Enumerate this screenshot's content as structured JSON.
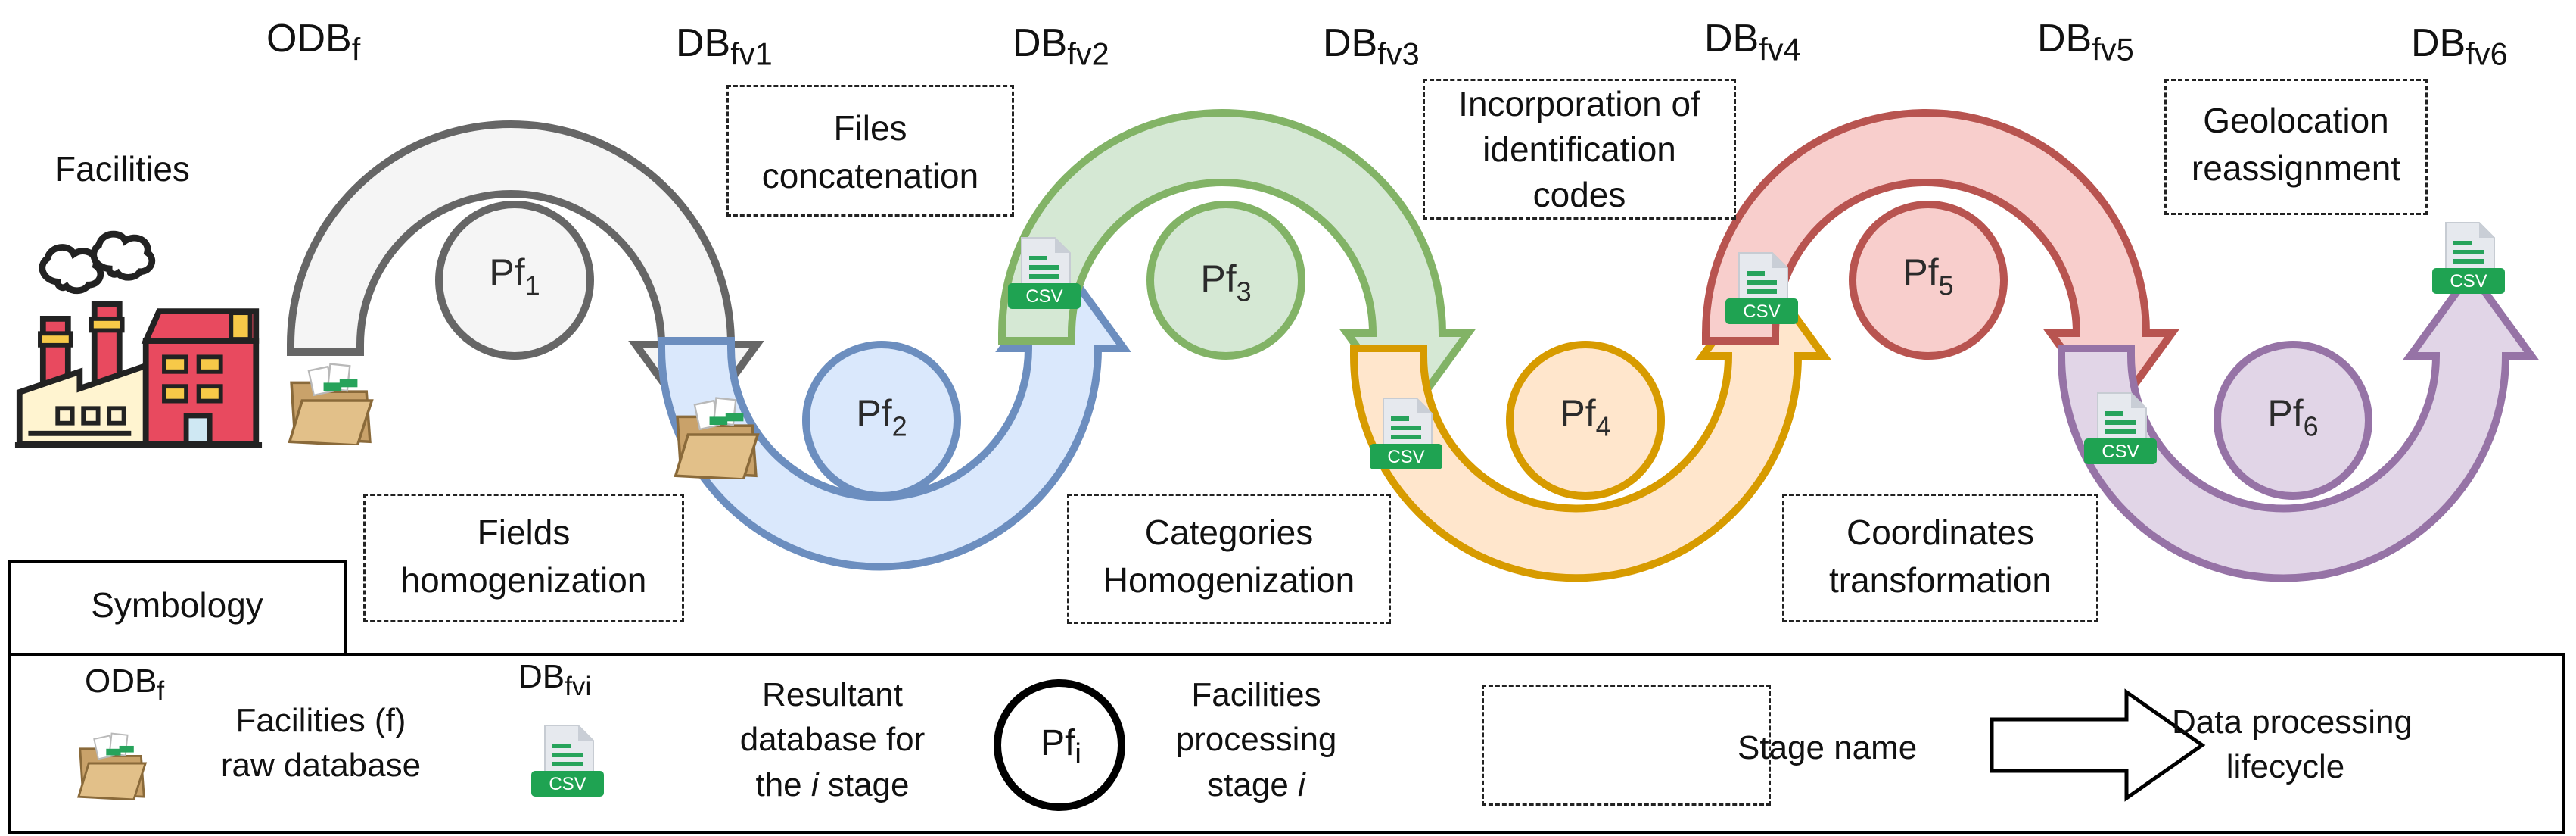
{
  "source_label": {
    "main": "ODB",
    "sub": "f"
  },
  "facilities_label": "Facilities",
  "db_labels": [
    {
      "main": "DB",
      "sub": "fv1"
    },
    {
      "main": "DB",
      "sub": "fv2"
    },
    {
      "main": "DB",
      "sub": "fv3"
    },
    {
      "main": "DB",
      "sub": "fv4"
    },
    {
      "main": "DB",
      "sub": "fv5"
    },
    {
      "main": "DB",
      "sub": "fv6"
    }
  ],
  "stages": [
    {
      "line1": "Fields",
      "line2": "homogenization",
      "color": "#8a8a8a"
    },
    {
      "line1": "Files",
      "line2": "concatenation",
      "color": "#6c8ebf"
    },
    {
      "line1": "Categories",
      "line2": "Homogenization",
      "color": "#82b366"
    },
    {
      "line1": "Incorporation of",
      "line2": "identification",
      "line3": "codes",
      "color": "#d79b00"
    },
    {
      "line1": "Coordinates",
      "line2": "transformation",
      "color": "#b85450"
    },
    {
      "line1": "Geolocation",
      "line2": "reassignment",
      "color": "#9673a6"
    }
  ],
  "processes": [
    {
      "main": "Pf",
      "sub": "1"
    },
    {
      "main": "Pf",
      "sub": "2"
    },
    {
      "main": "Pf",
      "sub": "3"
    },
    {
      "main": "Pf",
      "sub": "4"
    },
    {
      "main": "Pf",
      "sub": "5"
    },
    {
      "main": "Pf",
      "sub": "6"
    }
  ],
  "file_label": "CSV",
  "colors": {
    "gray": {
      "stroke": "#666666",
      "fill": "#f5f5f5"
    },
    "blue": {
      "stroke": "#6c8ebf",
      "fill": "#dae8fc"
    },
    "green": {
      "stroke": "#82b366",
      "fill": "#d5e8d4"
    },
    "orange": {
      "stroke": "#d79b00",
      "fill": "#ffe6cc"
    },
    "red": {
      "stroke": "#b85450",
      "fill": "#f8cecc"
    },
    "purple": {
      "stroke": "#9673a6",
      "fill": "#e1d5e7"
    }
  },
  "symbology": {
    "title": "Symbology",
    "raw": {
      "main": "ODB",
      "sub": "f",
      "line1": "Facilities (f)",
      "line2": "raw database"
    },
    "result": {
      "main": "DB",
      "sub": "fvi",
      "line1": "Resultant",
      "line2": "database for",
      "line3_pre": "the ",
      "line3_var": "i",
      "line3_post": " stage"
    },
    "process": {
      "main": "Pf",
      "sub": "i",
      "line1": "Facilities",
      "line2": "processing",
      "line3_pre": "stage ",
      "line3_var": "i"
    },
    "stage_name": "Stage name",
    "lifecycle": {
      "line1": "Data processing",
      "line2": "lifecycle"
    }
  }
}
